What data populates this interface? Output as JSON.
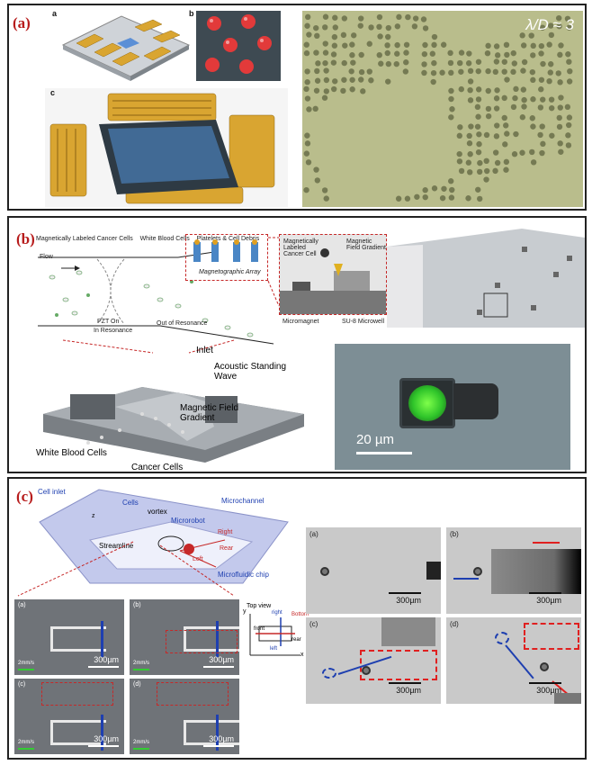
{
  "panel_a": {
    "label": "(a)",
    "sub_labels": [
      "a",
      "b",
      "c"
    ],
    "lambda_label": "λ/D ≈ 3"
  },
  "panel_b": {
    "label": "(b)",
    "legend": [
      "Magnetically Labeled Cancer Cells",
      "White Blood Cells",
      "Platelets & Cell Debris"
    ],
    "flow": "Flow",
    "pzt_on": "PZT On",
    "in_resonance": "In Resonance",
    "out_resonance": "Out of Resonance",
    "magnetographic_array": "Magnetographic Array",
    "labeled_cell": "Magnetically Labeled Cancer Cell",
    "field_gradient_top": "Magnetic Field Gradient",
    "micromagnet": "Micromagnet",
    "microwell": "SU-8 Microwell",
    "inlet": "Inlet",
    "acoustic_wave": "Acoustic Standing Wave",
    "field_gradient": "Magnetic Field Gradient",
    "white_blood_cells": "White Blood Cells",
    "cancer_cells": "Cancer Cells",
    "scale_20um": "20 µm"
  },
  "panel_c": {
    "label": "(c)",
    "cell_inlet": "Cell inlet",
    "cells": "Cells",
    "vortex": "vortex",
    "microchannel": "Microchannel",
    "microrobot": "Microrobot",
    "streamline": "Streamline",
    "microfluidic_chip": "Microfluidic chip",
    "right": "Right",
    "rear": "Rear",
    "left": "Left",
    "top_view": "Top view",
    "tv_right": "right",
    "tv_front": "front",
    "tv_rear": "rear",
    "tv_left": "left",
    "tv_bottom": "Bottom",
    "axis_x": "x",
    "axis_y": "y",
    "axis_z": "z",
    "small_panels": [
      {
        "letter": "(a)",
        "speed": "2mm/s",
        "scale": "300µm"
      },
      {
        "letter": "(b)",
        "speed": "2mm/s",
        "scale": "300µm"
      },
      {
        "letter": "(c)",
        "speed": "2mm/s",
        "scale": "300µm"
      },
      {
        "letter": "(d)",
        "speed": "2mm/s",
        "scale": "300µm"
      }
    ],
    "big_panels": [
      {
        "letter": "(a)",
        "scale": "300µm"
      },
      {
        "letter": "(b)",
        "scale": "300µm"
      },
      {
        "letter": "(c)",
        "scale": "300µm"
      },
      {
        "letter": "(d)",
        "scale": "300µm"
      }
    ]
  }
}
